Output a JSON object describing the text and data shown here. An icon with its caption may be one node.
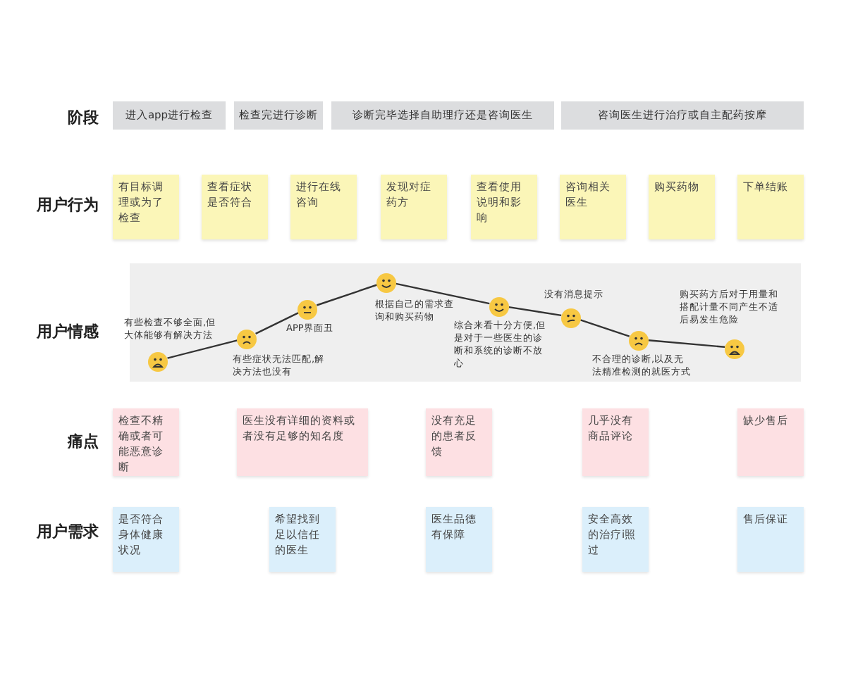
{
  "diagram": {
    "nodes": [
      {
        "text": [
          "进入app进行检查"
        ]
      },
      {
        "text": [
          "检查完进行诊断"
        ]
      },
      {
        "text": [
          "诊断完毕选择自助理疗还是咨询医生"
        ]
      },
      {
        "text": [
          "咨询医生进行治疗或自主配药按摩"
        ]
      },
      {
        "text": [
          "有目标调理或为了检查"
        ]
      },
      {
        "text": [
          "查看症状是否符合"
        ]
      },
      {
        "text": [
          "进行在线咨询"
        ]
      },
      {
        "text": [
          "发现对症药方"
        ]
      },
      {
        "text": [
          "查看使用说明和影响"
        ]
      },
      {
        "text": [
          "咨询相关医生"
        ]
      },
      {
        "text": [
          "购买药物"
        ]
      },
      {
        "text": [
          "下单结账"
        ]
      },
      {
        "text": [],
        "shape": "circle",
        "beside": [
          "有些检查不够全面,但大体能够有解决方法"
        ]
      },
      {
        "text": [],
        "shape": "circle",
        "beside": [
          "有些症状无法匹配,解决方法也没有"
        ]
      },
      {
        "text": [],
        "shape": "circle",
        "beside": [
          "APP界面丑"
        ]
      },
      {
        "text": [],
        "shape": "circle",
        "beside": [
          "根据自己的需求查询和购买药物"
        ]
      },
      {
        "text": [],
        "shape": "circle",
        "beside": [
          "综合来看十分方便,但是对于一些医生的诊断和系统的诊断不放心"
        ]
      },
      {
        "text": [],
        "shape": "circle",
        "beside": [
          "没有消息提示"
        ]
      },
      {
        "text": [],
        "shape": "circle",
        "beside": [
          "不合理的诊断,以及无法精准检测的就医方式"
        ]
      },
      {
        "text": [],
        "shape": "circle",
        "beside": [
          "购买药方后对于用量和搭配计量不同产生不适后易发生危险"
        ]
      },
      {
        "text": [
          "检查不精确或者可能恶意诊断"
        ]
      },
      {
        "text": [
          "医生没有详细的资料或者没有足够的知名度"
        ]
      },
      {
        "text": [
          "没有充足的患者反馈"
        ]
      },
      {
        "text": [
          "几乎没有商品评论"
        ]
      },
      {
        "text": [
          "缺少售后"
        ]
      },
      {
        "text": [
          "是否符合身体健康状况"
        ]
      },
      {
        "text": [
          "希望找到足以信任的医生"
        ]
      },
      {
        "text": [
          "医生品德有保障"
        ]
      },
      {
        "text": [
          "安全高效的治疗i照过"
        ]
      },
      {
        "text": [
          "售后保证"
        ]
      }
    ],
    "edges": [
      {
        "from": 12,
        "to": 13,
        "arrow": "none"
      },
      {
        "from": 13,
        "to": 14,
        "arrow": "none"
      },
      {
        "from": 14,
        "to": 15,
        "arrow": "none"
      },
      {
        "from": 15,
        "to": 16,
        "arrow": "none"
      },
      {
        "from": 16,
        "to": 17,
        "arrow": "none"
      },
      {
        "from": 17,
        "to": 18,
        "arrow": "none"
      },
      {
        "from": 18,
        "to": 19,
        "arrow": "none"
      }
    ],
    "labels": [
      "阶段",
      "用户行为",
      "用户情感",
      "痛点",
      "用户需求"
    ]
  }
}
